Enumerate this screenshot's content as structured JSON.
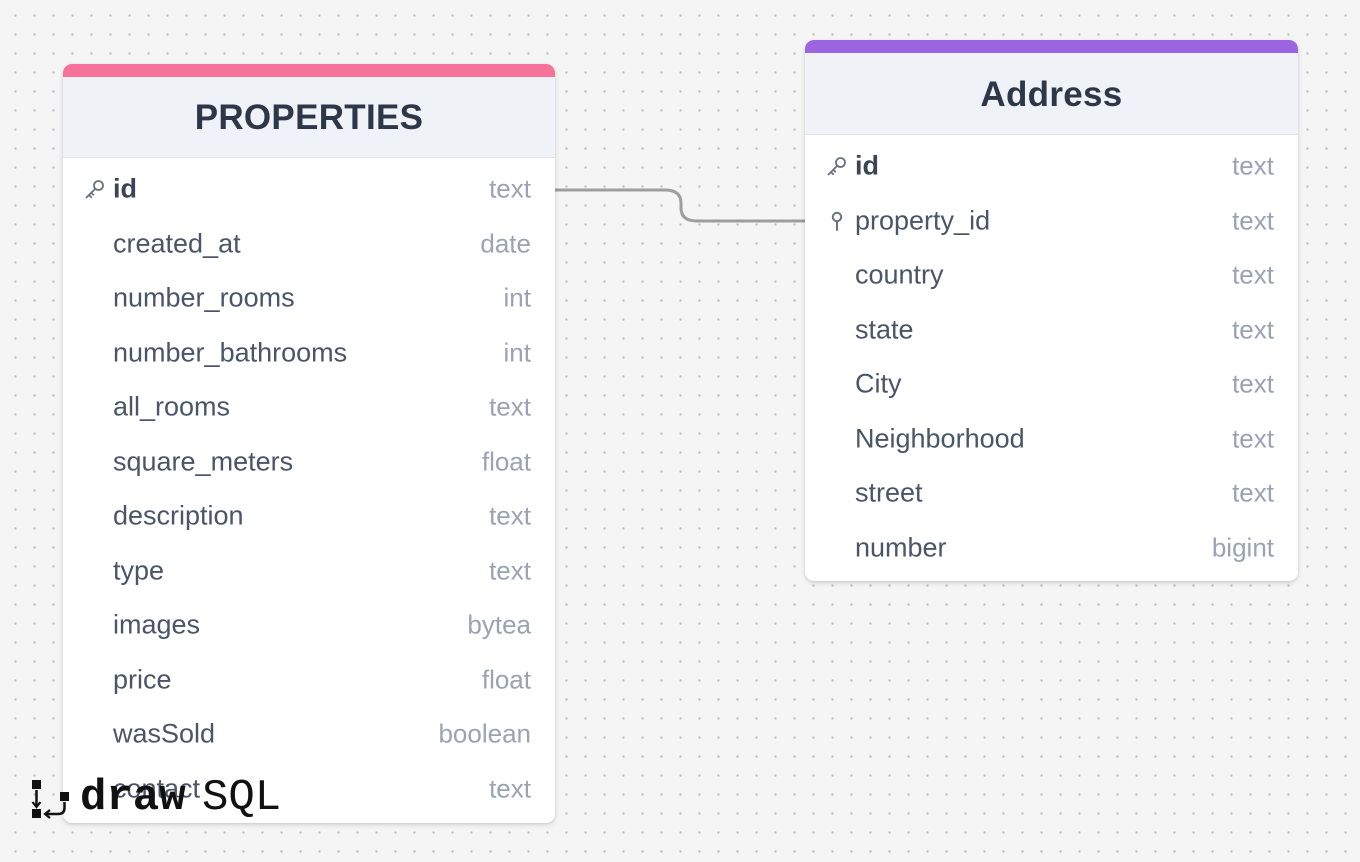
{
  "tables": [
    {
      "id": "properties",
      "title": "PROPERTIES",
      "accent_color": "#f6729a",
      "columns": [
        {
          "name": "id",
          "type": "text",
          "icon": "primary-key-icon"
        },
        {
          "name": "created_at",
          "type": "date",
          "icon": ""
        },
        {
          "name": "number_rooms",
          "type": "int",
          "icon": ""
        },
        {
          "name": "number_bathrooms",
          "type": "int",
          "icon": ""
        },
        {
          "name": "all_rooms",
          "type": "text",
          "icon": ""
        },
        {
          "name": "square_meters",
          "type": "float",
          "icon": ""
        },
        {
          "name": "description",
          "type": "text",
          "icon": ""
        },
        {
          "name": "type",
          "type": "text",
          "icon": ""
        },
        {
          "name": "images",
          "type": "bytea",
          "icon": ""
        },
        {
          "name": "price",
          "type": "float",
          "icon": ""
        },
        {
          "name": "wasSold",
          "type": "boolean",
          "icon": ""
        },
        {
          "name": "contact",
          "type": "text",
          "icon": ""
        }
      ]
    },
    {
      "id": "address",
      "title": "Address",
      "accent_color": "#9b64e0",
      "columns": [
        {
          "name": "id",
          "type": "text",
          "icon": "primary-key-icon"
        },
        {
          "name": "property_id",
          "type": "text",
          "icon": "foreign-key-icon"
        },
        {
          "name": "country",
          "type": "text",
          "icon": ""
        },
        {
          "name": "state",
          "type": "text",
          "icon": ""
        },
        {
          "name": "City",
          "type": "text",
          "icon": ""
        },
        {
          "name": "Neighborhood",
          "type": "text",
          "icon": ""
        },
        {
          "name": "street",
          "type": "text",
          "icon": ""
        },
        {
          "name": "number",
          "type": "bigint",
          "icon": ""
        }
      ]
    }
  ],
  "relationship": {
    "from": "PROPERTIES.id",
    "to": "Address.property_id",
    "color": "#9e9e9e"
  },
  "logo": {
    "bold_part": "draw",
    "light_part": "SQL"
  }
}
